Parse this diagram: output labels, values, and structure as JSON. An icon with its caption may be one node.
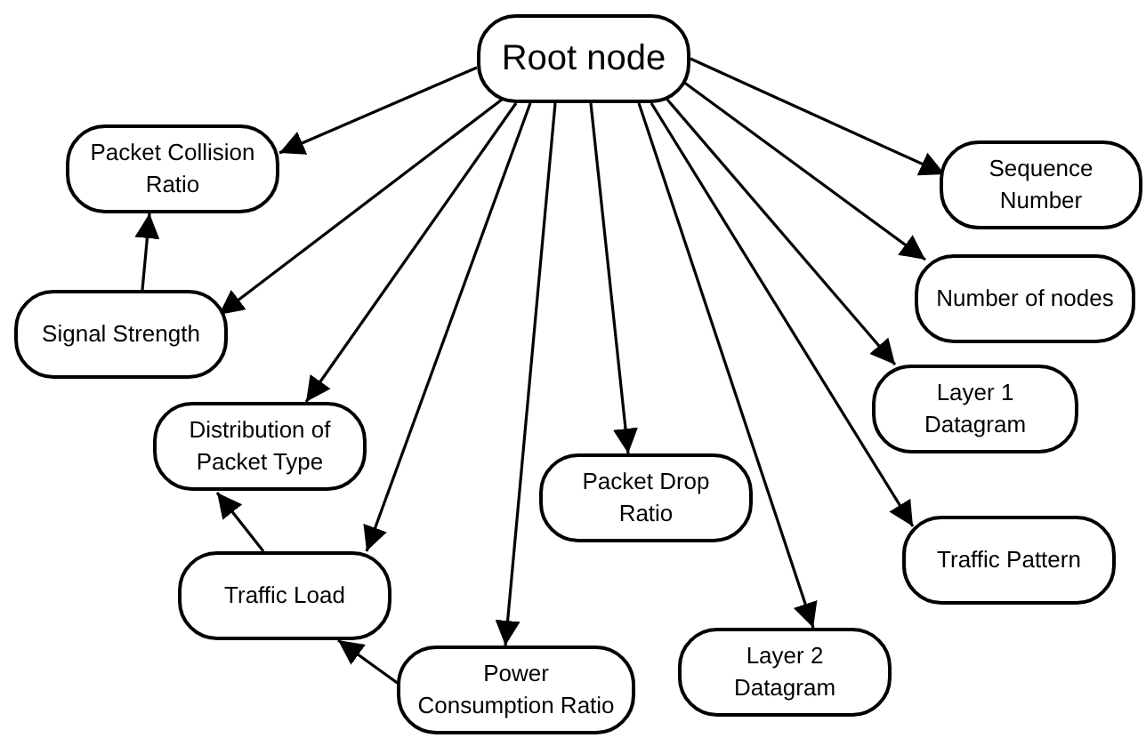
{
  "diagram": {
    "nodes": [
      {
        "text": [
          "Root node"
        ]
      },
      {
        "text": [
          "Packet Collision Ratio"
        ]
      },
      {
        "text": [
          "Signal Strength"
        ]
      },
      {
        "text": [
          "Distribution of Packet Type"
        ]
      },
      {
        "text": [
          "Traffic Load"
        ]
      },
      {
        "text": [
          "Power Consumption Ratio"
        ]
      },
      {
        "text": [
          "Packet Drop Ratio"
        ]
      },
      {
        "text": [
          "Layer 2 Datagram"
        ]
      },
      {
        "text": [
          "Layer 1 Datagram"
        ]
      },
      {
        "text": [
          "Traffic Pattern"
        ]
      },
      {
        "text": [
          "Number of nodes"
        ]
      },
      {
        "text": [
          "Sequence Number"
        ]
      }
    ],
    "edges": [
      {
        "from": 0,
        "to": 1,
        "arrow": "to"
      },
      {
        "from": 0,
        "to": 2,
        "arrow": "to"
      },
      {
        "from": 0,
        "to": 3,
        "arrow": "to"
      },
      {
        "from": 0,
        "to": 4,
        "arrow": "to"
      },
      {
        "from": 0,
        "to": 5,
        "arrow": "to"
      },
      {
        "from": 0,
        "to": 6,
        "arrow": "to"
      },
      {
        "from": 0,
        "to": 7,
        "arrow": "to"
      },
      {
        "from": 0,
        "to": 8,
        "arrow": "to"
      },
      {
        "from": 0,
        "to": 9,
        "arrow": "to"
      },
      {
        "from": 0,
        "to": 10,
        "arrow": "to"
      },
      {
        "from": 0,
        "to": 11,
        "arrow": "to"
      },
      {
        "from": 2,
        "to": 1,
        "arrow": "to"
      },
      {
        "from": 4,
        "to": 3,
        "arrow": "to"
      },
      {
        "from": 5,
        "to": 4,
        "arrow": "to"
      }
    ]
  }
}
